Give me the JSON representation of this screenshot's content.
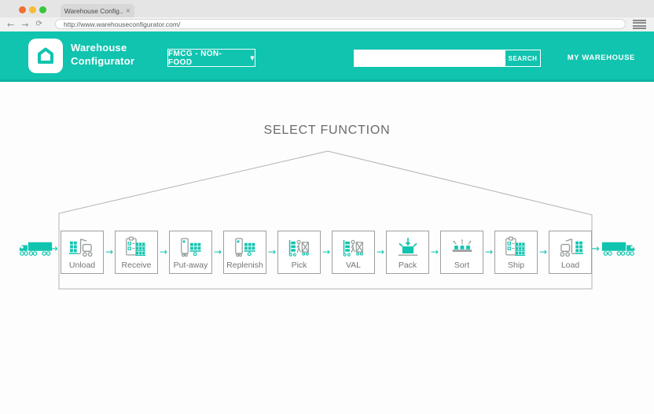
{
  "colors": {
    "teal": "#10c4af",
    "teal_dark": "#0cb3a0",
    "icon_gray": "#959c9c",
    "outline_gray": "#b3b3b3"
  },
  "browser": {
    "tab_title": "Warehouse Config..",
    "tab_close_glyph": "×",
    "url": "http://www.warehouseconfigurator.com/",
    "back_glyph": "←",
    "forward_glyph": "→",
    "refresh_glyph": "⟳"
  },
  "header": {
    "brand_line1": "Warehouse",
    "brand_line2": "Configurator",
    "category_dropdown": {
      "value": "FMCG - NON-FOOD",
      "caret": "▼"
    },
    "search": {
      "value": "",
      "button_label": "SEARCH"
    },
    "my_warehouse_label": "MY WAREHOUSE"
  },
  "main": {
    "title": "SELECT FUNCTION",
    "flow_arrow": "→",
    "functions": [
      {
        "label": "Unload",
        "icon": "forklift-left-icon"
      },
      {
        "label": "Receive",
        "icon": "clipboard-shelf-icon"
      },
      {
        "label": "Put-away",
        "icon": "pallet-shelf-icon"
      },
      {
        "label": "Replenish",
        "icon": "pallet-shelf-icon"
      },
      {
        "label": "Pick",
        "icon": "cart-picker-icon"
      },
      {
        "label": "VAL",
        "icon": "cart-picker-icon"
      },
      {
        "label": "Pack",
        "icon": "pack-box-icon"
      },
      {
        "label": "Sort",
        "icon": "sort-conveyor-icon"
      },
      {
        "label": "Ship",
        "icon": "clipboard-shelf-icon"
      },
      {
        "label": "Load",
        "icon": "forklift-right-icon"
      }
    ]
  }
}
